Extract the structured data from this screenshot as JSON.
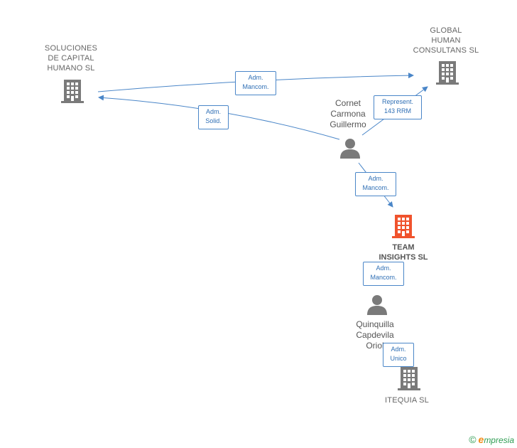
{
  "nodes": {
    "soluciones": {
      "label": "SOLUCIONES\nDE CAPITAL\nHUMANO  SL",
      "icon": "building-icon",
      "color": "#7a7a7a"
    },
    "global": {
      "label": "GLOBAL\nHUMAN\nCONSULTANS SL",
      "icon": "building-icon",
      "color": "#7a7a7a"
    },
    "cornet": {
      "label": "Cornet\nCarmona\nGuillermo",
      "icon": "person-icon",
      "color": "#7a7a7a"
    },
    "team": {
      "label": "TEAM\nINSIGHTS  SL",
      "icon": "building-icon",
      "color": "#f0532d"
    },
    "quinquilla": {
      "label": "Quinquilla\nCapdevila\nOriol",
      "icon": "person-icon",
      "color": "#7a7a7a"
    },
    "itequia": {
      "label": "ITEQUIA SL",
      "icon": "building-icon",
      "color": "#7a7a7a"
    }
  },
  "edges": {
    "e1": {
      "label": "Adm.\nMancom."
    },
    "e2": {
      "label": "Adm.\nSolid."
    },
    "e3": {
      "label": "Represent.\n143 RRM"
    },
    "e4": {
      "label": "Adm.\nMancom."
    },
    "e5": {
      "label": "Adm.\nMancom."
    },
    "e6": {
      "label": "Adm.\nUnico"
    }
  },
  "colors": {
    "edge": "#4a86c8",
    "focus": "#f0532d",
    "default": "#7a7a7a"
  },
  "footer": {
    "copyright": "©",
    "brand_initial": "e",
    "brand_rest": "mpresia"
  }
}
